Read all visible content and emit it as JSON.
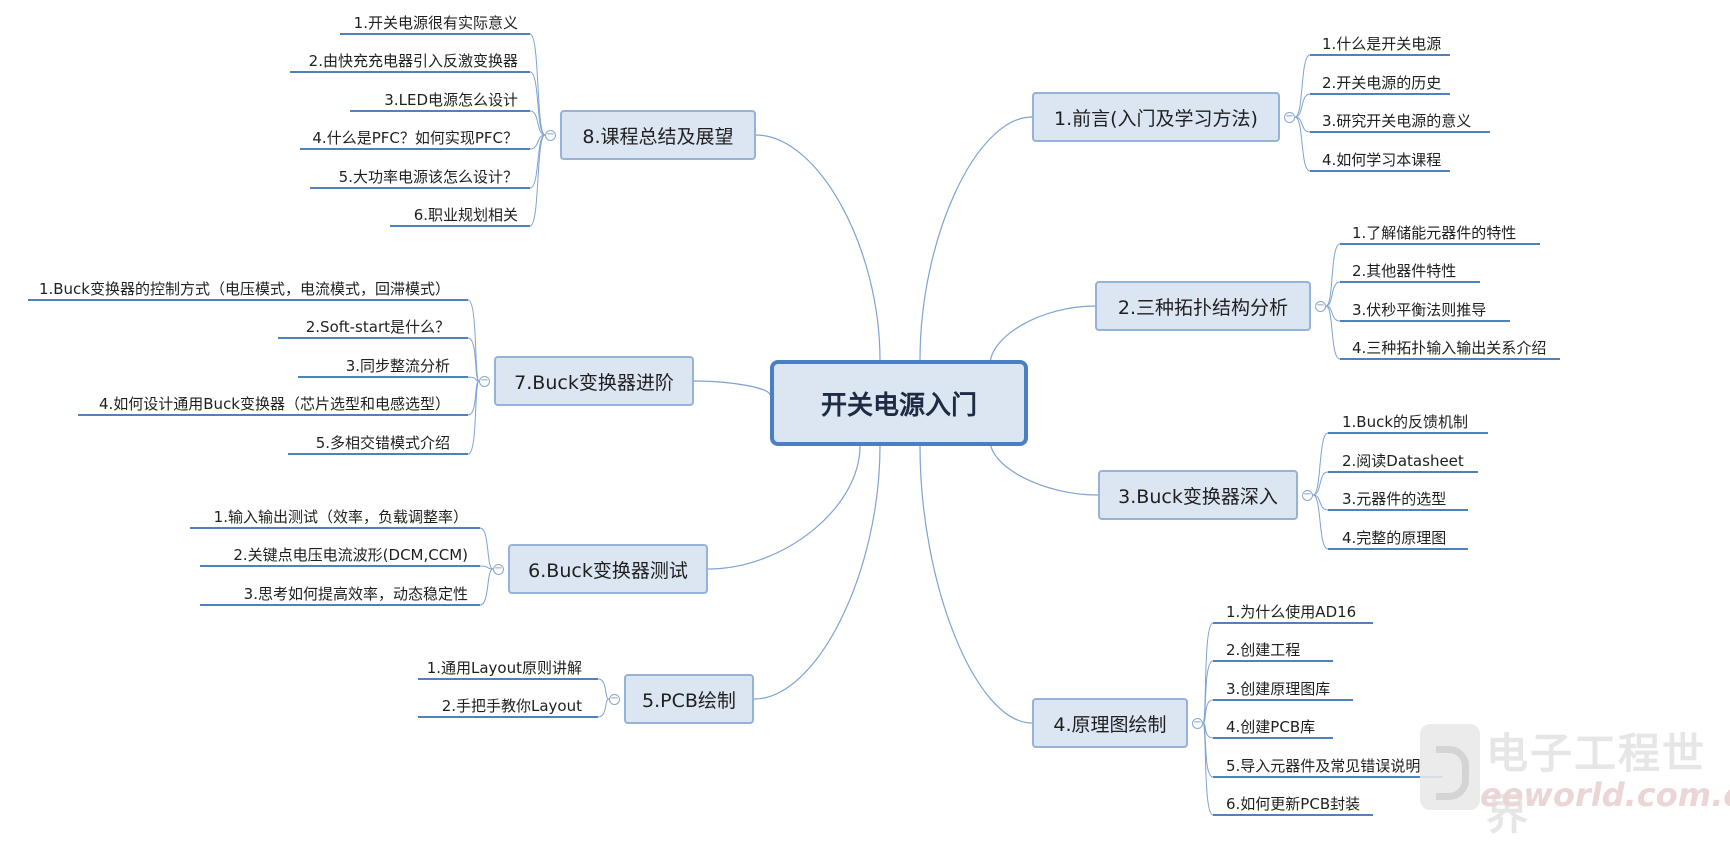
{
  "root": {
    "label": "开关电源入门"
  },
  "branches": [
    {
      "label": "1.前言(入门及学习方法)",
      "side": "right",
      "items": [
        "1.什么是开关电源",
        "2.开关电源的历史",
        "3.研究开关电源的意义",
        "4.如何学习本课程"
      ]
    },
    {
      "label": "2.三种拓扑结构分析",
      "side": "right",
      "items": [
        "1.了解储能元器件的特性",
        "2.其他器件特性",
        "3.伏秒平衡法则推导",
        "4.三种拓扑输入输出关系介绍"
      ]
    },
    {
      "label": "3.Buck变换器深入",
      "side": "right",
      "items": [
        "1.Buck的反馈机制",
        "2.阅读Datasheet",
        "3.元器件的选型",
        "4.完整的原理图"
      ]
    },
    {
      "label": "4.原理图绘制",
      "side": "right",
      "items": [
        "1.为什么使用AD16",
        "2.创建工程",
        "3.创建原理图库",
        "4.创建PCB库",
        "5.导入元器件及常见错误说明",
        "6.如何更新PCB封装"
      ]
    },
    {
      "label": "5.PCB绘制",
      "side": "left",
      "items": [
        "1.通用Layout原则讲解",
        "2.手把手教你Layout"
      ]
    },
    {
      "label": "6.Buck变换器测试",
      "side": "left",
      "items": [
        "1.输入输出测试（效率，负载调整率）",
        "2.关键点电压电流波形(DCM,CCM)",
        "3.思考如何提高效率，动态稳定性"
      ]
    },
    {
      "label": "7.Buck变换器进阶",
      "side": "left",
      "items": [
        "1.Buck变换器的控制方式（电压模式，电流模式，回滞模式）",
        "2.Soft-start是什么？",
        "3.同步整流分析",
        "4.如何设计通用Buck变换器（芯片选型和电感选型）",
        "5.多相交错模式介绍"
      ]
    },
    {
      "label": "8.课程总结及展望",
      "side": "left",
      "items": [
        "1.开关电源很有实际意义",
        "2.由快充充电器引入反激变换器",
        "3.LED电源怎么设计",
        "4.什么是PFC？如何实现PFC？",
        "5.大功率电源该怎么设计？",
        "6.职业规划相关"
      ]
    }
  ],
  "watermark": {
    "title": "电子工程世界",
    "url": "eeworld.com.cn"
  },
  "colors": {
    "node_fill": "#dce6f2",
    "node_border": "#95b3d7",
    "root_border": "#4a7fc1",
    "line": "#7ea3d3",
    "underline": "#4f81bd"
  }
}
